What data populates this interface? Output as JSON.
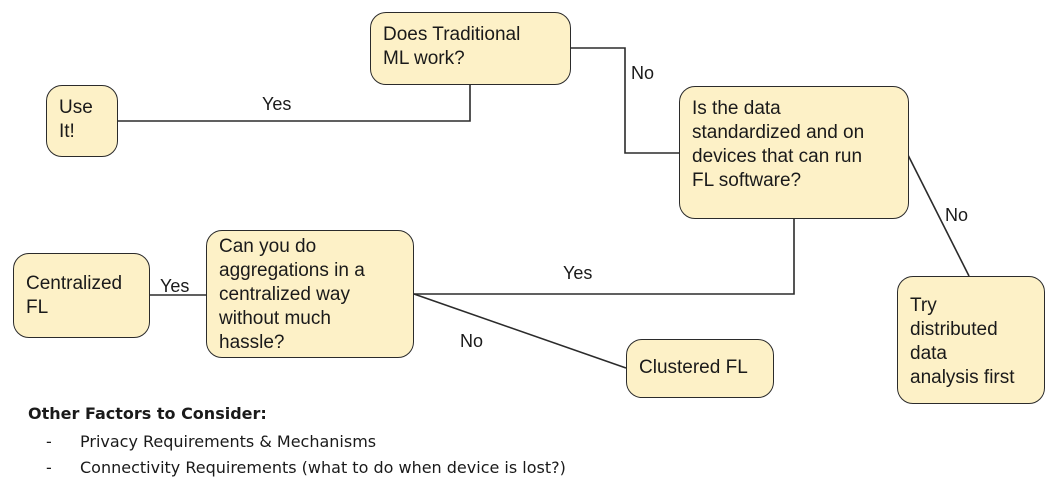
{
  "nodes": {
    "traditional_ml": "Does Traditional\nML work?",
    "use_it": "Use\nIt!",
    "data_standardized": "Is the data\nstandardized and on\ndevices that can run\nFL software?",
    "centralized_fl": "Centralized\nFL",
    "centralized_aggregation": "Can you do\naggregations in a\ncentralized way\nwithout much\nhassle?",
    "clustered_fl": "Clustered FL",
    "distributed_analysis": "Try\ndistributed\ndata\nanalysis first"
  },
  "edges": {
    "traditional_yes": "Yes",
    "traditional_no": "No",
    "standardized_yes": "Yes",
    "standardized_no": "No",
    "aggregation_yes": "Yes",
    "aggregation_no": "No"
  },
  "colors": {
    "node_fill": "#fdf1c7",
    "node_border": "#2b2b2b",
    "connector": "#2b2b2b"
  },
  "other_factors": {
    "title": "Other Factors to Consider:",
    "items": [
      "Privacy Requirements & Mechanisms",
      "Connectivity Requirements (what to do when device is lost?)"
    ]
  }
}
